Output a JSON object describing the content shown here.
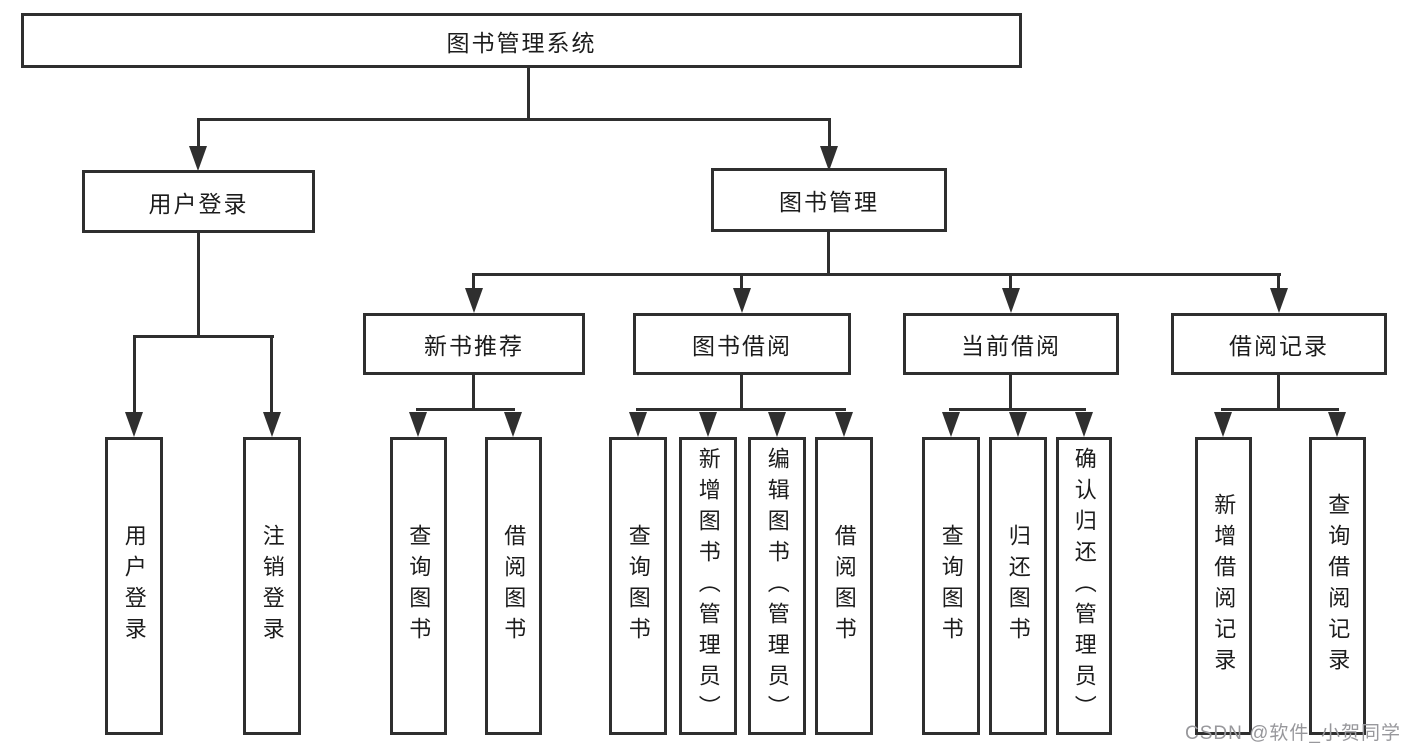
{
  "tree": {
    "root": {
      "label": "图书管理系统"
    },
    "branches": [
      {
        "label": "用户登录",
        "leaves": [
          "用户登录",
          "注销登录"
        ]
      },
      {
        "label": "图书管理",
        "groups": [
          {
            "label": "新书推荐",
            "leaves": [
              "查询图书",
              "借阅图书"
            ]
          },
          {
            "label": "图书借阅",
            "leaves": [
              "查询图书",
              "新增图书（管理员）",
              "编辑图书（管理员）",
              "借阅图书"
            ]
          },
          {
            "label": "当前借阅",
            "leaves": [
              "查询图书",
              "归还图书",
              "确认归还（管理员）"
            ]
          },
          {
            "label": "借阅记录",
            "leaves": [
              "新增借阅记录",
              "查询借阅记录"
            ]
          }
        ]
      }
    ]
  },
  "watermark": {
    "text": "CSDN @软件_小贺同学"
  },
  "colors": {
    "line": "#2f2f2f",
    "text": "#1c1c1c",
    "watermark": "#98989c",
    "background": "#ffffff"
  }
}
